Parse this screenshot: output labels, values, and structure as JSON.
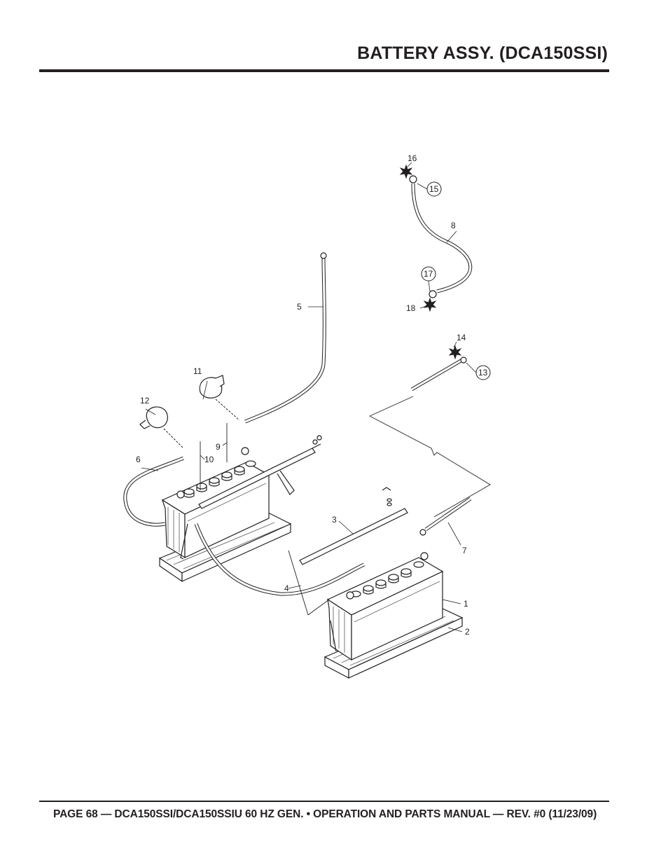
{
  "header": {
    "title": "BATTERY ASSY. (DCA150SSI)"
  },
  "footer": {
    "text": "PAGE 68 — DCA150SSI/DCA150SSIU 60 HZ GEN. • OPERATION AND PARTS MANUAL — REV. #0 (11/23/09)"
  },
  "diagram": {
    "callouts": {
      "c1": "1",
      "c2": "2",
      "c3": "3",
      "c4": "4",
      "c5": "5",
      "c6": "6",
      "c7": "7",
      "c8": "8",
      "c9": "9",
      "c10": "10",
      "c11": "11",
      "c12": "12",
      "c13": "13",
      "c14": "14",
      "c15": "15",
      "c16": "16",
      "c17": "17",
      "c18": "18"
    }
  }
}
